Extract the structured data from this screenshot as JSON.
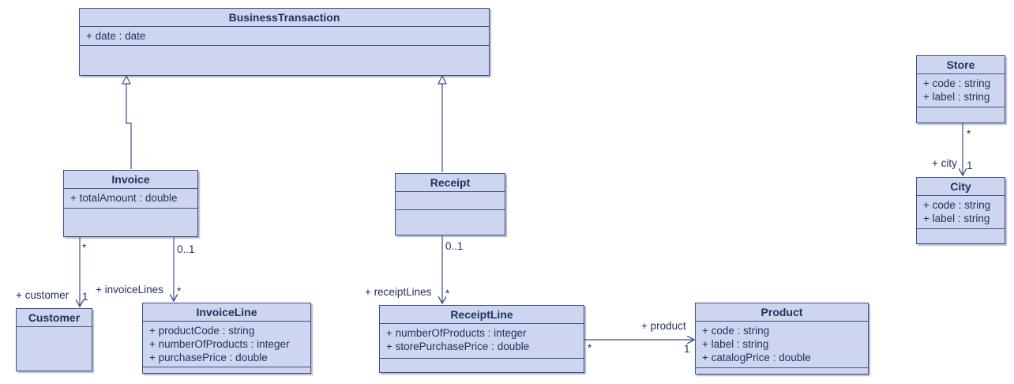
{
  "classes": {
    "business_transaction": {
      "name": "BusinessTransaction",
      "attributes": [
        "+ date : date"
      ]
    },
    "invoice": {
      "name": "Invoice",
      "attributes": [
        "+ totalAmount : double"
      ]
    },
    "receipt": {
      "name": "Receipt",
      "attributes": []
    },
    "customer": {
      "name": "Customer",
      "attributes": []
    },
    "invoice_line": {
      "name": "InvoiceLine",
      "attributes": [
        "+ productCode : string",
        "+ numberOfProducts : integer",
        "+ purchasePrice : double"
      ]
    },
    "receipt_line": {
      "name": "ReceiptLine",
      "attributes": [
        "+ numberOfProducts : integer",
        "+ storePurchasePrice : double"
      ]
    },
    "product": {
      "name": "Product",
      "attributes": [
        "+ code : string",
        "+ label : string",
        "+ catalogPrice : double"
      ]
    },
    "store": {
      "name": "Store",
      "attributes": [
        "+ code : string",
        "+ label : string"
      ]
    },
    "city": {
      "name": "City",
      "attributes": [
        "+ code : string",
        "+ label : string"
      ]
    }
  },
  "associations": {
    "invoice_customer": {
      "source_mult": "*",
      "role": "+ customer",
      "target_mult": "1"
    },
    "invoice_lines": {
      "source_mult": "0..1",
      "role": "+ invoiceLines",
      "target_mult": "*"
    },
    "receipt_lines": {
      "source_mult": "0..1",
      "role": "+ receiptLines",
      "target_mult": "*"
    },
    "receiptline_product": {
      "source_mult": "*",
      "role": "+ product",
      "target_mult": "1"
    },
    "store_city": {
      "source_mult": "*",
      "role": "+ city",
      "target_mult": "1"
    }
  },
  "colors": {
    "box_fill": "#cdd6ee",
    "box_border": "#3b4f8c",
    "text": "#1f2f5f"
  }
}
